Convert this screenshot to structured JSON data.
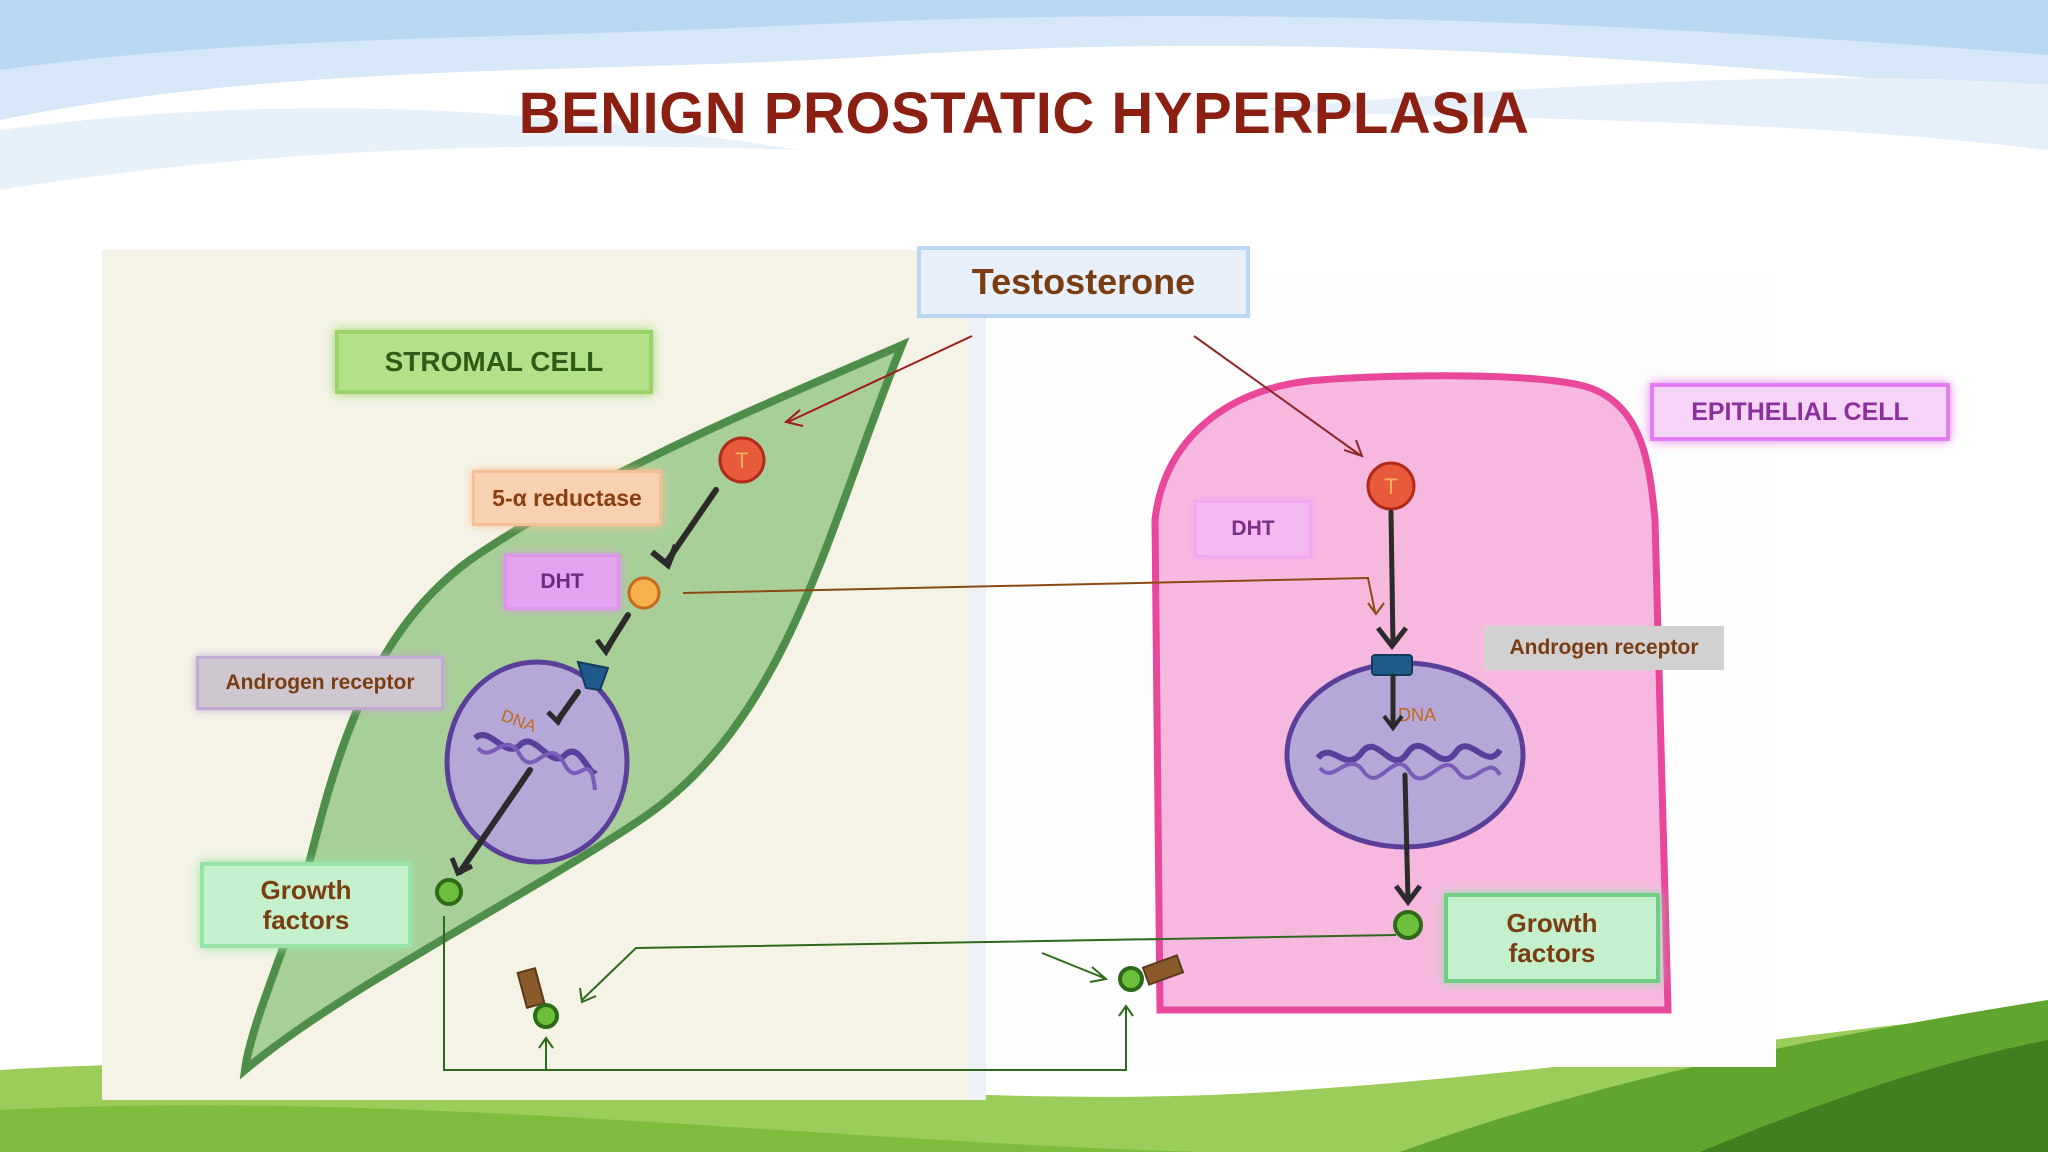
{
  "slide": {
    "title": "BENIGN PROSTATIC HYPERPLASIA"
  },
  "diagram": {
    "testosterone_label": "Testosterone",
    "stromal_cell_label": "STROMAL CELL",
    "epithelial_cell_label": "EPITHELIAL CELL",
    "reductase_label": "5-α reductase",
    "dht_label_left": "DHT",
    "dht_label_right": "DHT",
    "androgen_receptor_left": "Androgen receptor",
    "androgen_receptor_right": "Androgen receptor",
    "growth_factors_left": [
      "Growth",
      "factors"
    ],
    "growth_factors_right": [
      "Growth",
      "factors"
    ],
    "t_marker_left": "T",
    "t_marker_right": "T",
    "dna_label_left": "DNA",
    "dna_label_right": "DNA"
  },
  "colors": {
    "title": "#8b1f12",
    "stromal_cell_fill": "#a8cf98",
    "epithelial_cell_fill": "#f7b8e0",
    "nucleus_fill": "#b5a7d8",
    "sky": "#cfe4f6",
    "grass": "#7fbf3f"
  }
}
